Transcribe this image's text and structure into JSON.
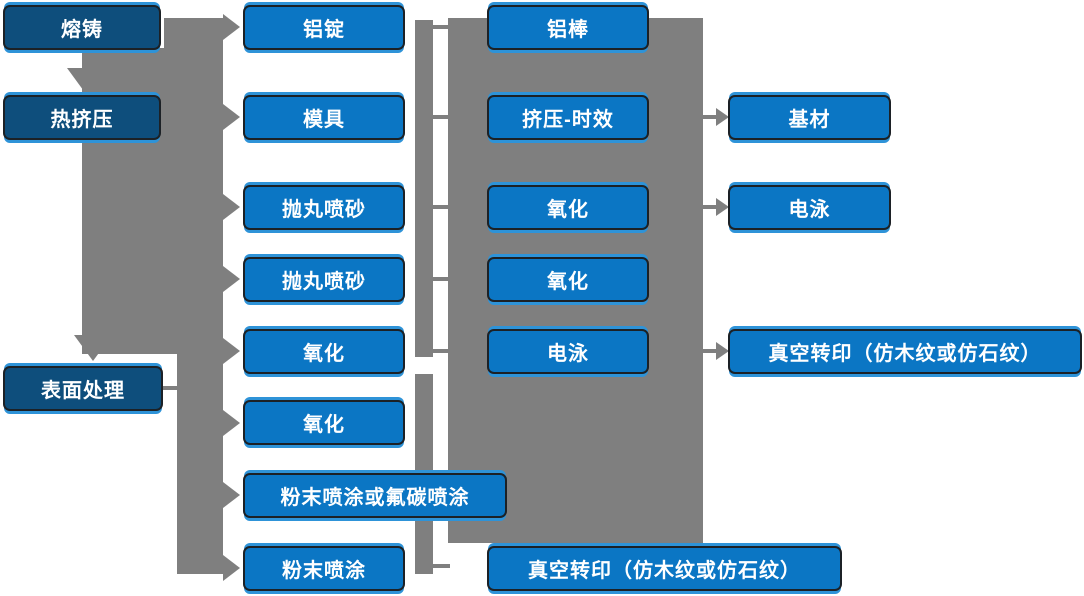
{
  "colors": {
    "box_fill": "#0b76c4",
    "box_fill_dark": "#0e4e7c",
    "box_accent": "#2e93d8",
    "box_border": "#1c2126",
    "connector": "#7f7f7f",
    "text": "#ffffff",
    "background": "#ffffff"
  },
  "nodes": {
    "casting": {
      "label": "熔铸"
    },
    "hot_extrusion": {
      "label": "热挤压"
    },
    "surface_treatment": {
      "label": "表面处理"
    },
    "aluminum_ingot": {
      "label": "铝锭"
    },
    "mold": {
      "label": "模具"
    },
    "shot_blast_1": {
      "label": "抛丸喷砂"
    },
    "shot_blast_2": {
      "label": "抛丸喷砂"
    },
    "oxidation_1": {
      "label": "氧化"
    },
    "oxidation_2": {
      "label": "氧化"
    },
    "powder_or_fluorocarbon_spray": {
      "label": "粉末喷涂或氟碳喷涂"
    },
    "powder_spray": {
      "label": "粉末喷涂"
    },
    "aluminum_rod": {
      "label": "铝棒"
    },
    "extrusion_aging": {
      "label": "挤压-时效"
    },
    "oxidation_3": {
      "label": "氧化"
    },
    "oxidation_4": {
      "label": "氧化"
    },
    "electrophoresis_1": {
      "label": "电泳"
    },
    "vacuum_transfer_bottom": {
      "label": "真空转印（仿木纹或仿石纹）"
    },
    "substrate": {
      "label": "基材"
    },
    "electrophoresis_2": {
      "label": "电泳"
    },
    "vacuum_transfer_right": {
      "label": "真空转印（仿木纹或仿石纹）"
    }
  }
}
